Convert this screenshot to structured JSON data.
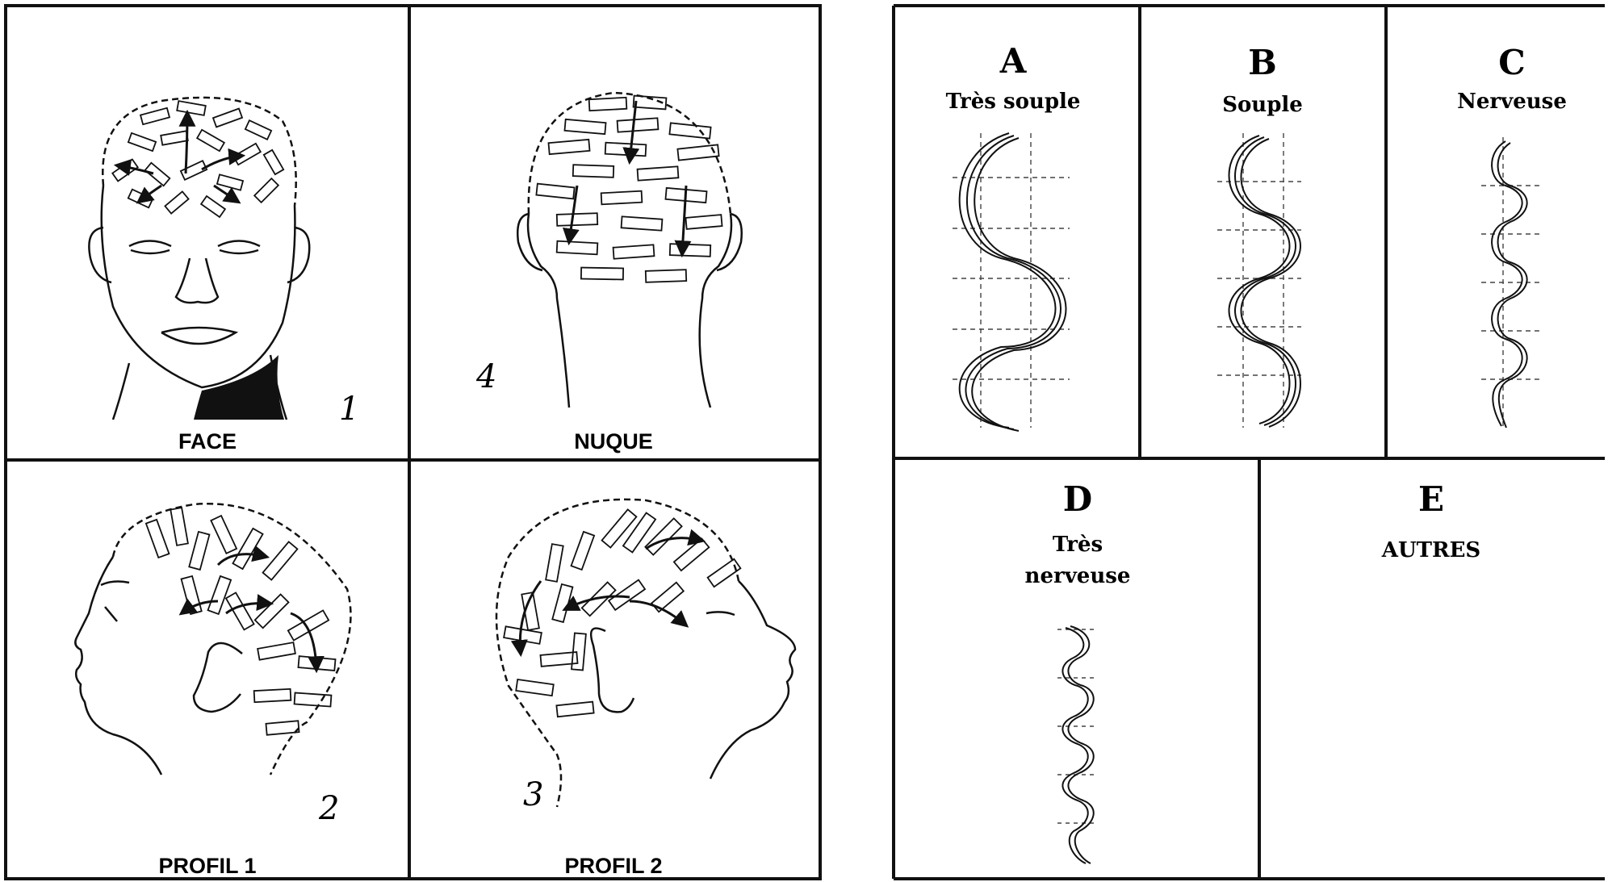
{
  "left_panel": {
    "cells": [
      {
        "label": "FACE",
        "number": "1"
      },
      {
        "label": "NUQUE",
        "number": "4"
      },
      {
        "label": "PROFIL 1",
        "number": "2"
      },
      {
        "label": "PROFIL 2",
        "number": "3"
      }
    ]
  },
  "right_panel": {
    "wave_types": [
      {
        "letter": "A",
        "title": "Très souple"
      },
      {
        "letter": "B",
        "title": "Souple"
      },
      {
        "letter": "C",
        "title": "Nerveuse"
      },
      {
        "letter": "D",
        "title_line1": "Très",
        "title_line2": "nerveuse"
      },
      {
        "letter": "E",
        "title": "AUTRES"
      }
    ]
  },
  "colors": {
    "ink": "#111111",
    "paper": "#ffffff"
  }
}
